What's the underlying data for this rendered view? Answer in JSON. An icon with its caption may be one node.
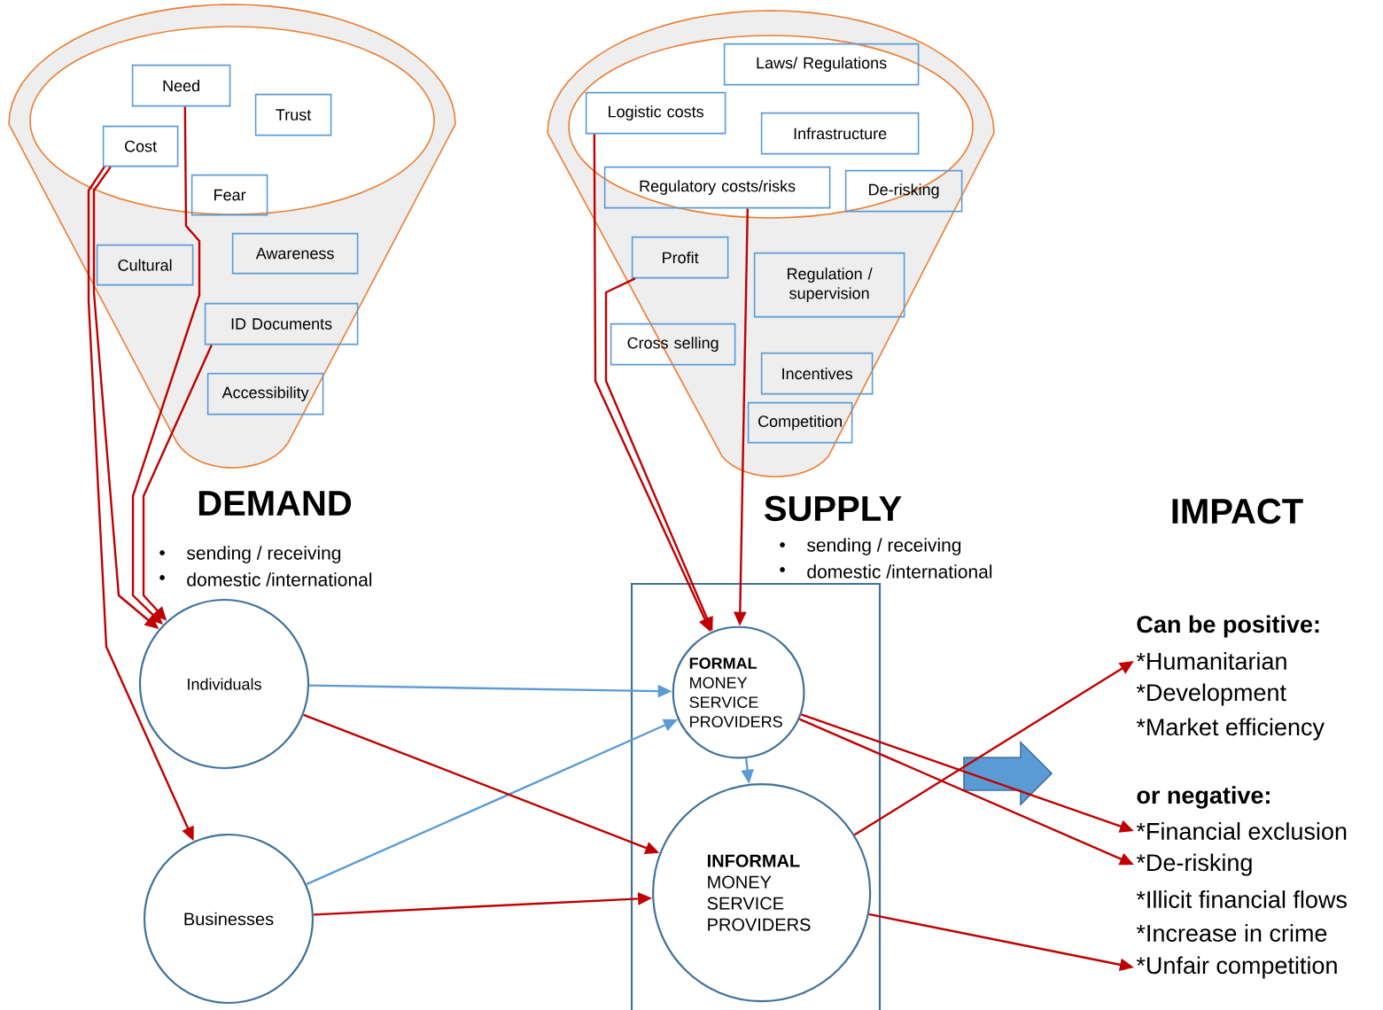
{
  "diagram": {
    "nodes": [
      {
        "text": [],
        "shape": "funnel"
      },
      {
        "text": [
          "Need"
        ],
        "in": 0
      },
      {
        "text": [
          "Trust"
        ],
        "in": 0
      },
      {
        "text": [
          "Cost"
        ],
        "in": 0
      },
      {
        "text": [
          "Fear"
        ],
        "in": 0
      },
      {
        "text": [
          "Cultural"
        ],
        "in": 0
      },
      {
        "text": [
          "Awareness"
        ],
        "in": 0
      },
      {
        "text": [
          "ID Documents"
        ],
        "in": 0
      },
      {
        "text": [
          "Accessibility"
        ],
        "in": 0
      },
      {
        "text": [],
        "shape": "funnel"
      },
      {
        "text": [
          "Laws/ Regulations"
        ],
        "in": 9
      },
      {
        "text": [
          "Logistic costs"
        ],
        "in": 9
      },
      {
        "text": [
          "Infrastructure"
        ],
        "in": 9
      },
      {
        "text": [
          "Regulatory costs/risks"
        ],
        "in": 9
      },
      {
        "text": [
          "De-risking"
        ],
        "in": 9
      },
      {
        "text": [
          "Profit"
        ],
        "in": 9
      },
      {
        "text": [
          "Regulation / supervision"
        ],
        "in": 9
      },
      {
        "text": [
          "Cross selling"
        ],
        "in": 9
      },
      {
        "text": [
          "Incentives"
        ],
        "in": 9
      },
      {
        "text": [
          "Competition"
        ],
        "in": 9
      },
      {
        "text": [
          "Individuals"
        ]
      },
      {
        "text": [
          "Businesses"
        ]
      },
      {
        "text": [],
        "shape": "box"
      },
      {
        "text": [
          "**FORMAL** MONEY SERVICE PROVIDERS"
        ],
        "in": 22
      },
      {
        "text": [
          "**INFORMAL** MONEY SERVICE PROVIDERS"
        ],
        "in": 22
      },
      {
        "text": [
          "*Humanitarian"
        ]
      },
      {
        "text": [
          "*Financial exclusion"
        ]
      },
      {
        "text": [
          "*De-risking"
        ]
      },
      {
        "text": [
          "*Unfair competition"
        ]
      }
    ],
    "edges": [
      {
        "from": 3,
        "to": 20,
        "arrow": "to"
      },
      {
        "from": 3,
        "to": 21,
        "arrow": "to"
      },
      {
        "from": 1,
        "to": 20,
        "arrow": "to"
      },
      {
        "from": 7,
        "to": 20,
        "arrow": "to"
      },
      {
        "from": 11,
        "to": 23,
        "arrow": "to"
      },
      {
        "from": 13,
        "to": 23,
        "arrow": "to"
      },
      {
        "from": 15,
        "to": 23,
        "arrow": "to"
      },
      {
        "from": 20,
        "to": 23,
        "arrow": "to",
        "color": "#5b9bd5"
      },
      {
        "from": 21,
        "to": 23,
        "arrow": "to",
        "color": "#5b9bd5"
      },
      {
        "from": 23,
        "to": 24,
        "arrow": "to",
        "color": "#5b9bd5"
      },
      {
        "from": 20,
        "to": 24,
        "arrow": "to"
      },
      {
        "from": 21,
        "to": 24,
        "arrow": "to"
      },
      {
        "from": 23,
        "to": 26,
        "arrow": "to"
      },
      {
        "from": 23,
        "to": 27,
        "arrow": "to"
      },
      {
        "from": 24,
        "to": 25,
        "arrow": "to"
      },
      {
        "from": 24,
        "to": 28,
        "arrow": "to"
      }
    ],
    "labels": [
      "DEMAND",
      "•",
      "sending / receiving",
      "•",
      "domestic /international",
      "SUPPLY",
      "•",
      "sending / receiving",
      "•",
      "domestic /international",
      "IMPACT",
      "Can be positive:",
      "*Development",
      "*Market efficiency",
      "or negative:",
      "*Illicit financial flows",
      "*Increase in crime"
    ]
  }
}
